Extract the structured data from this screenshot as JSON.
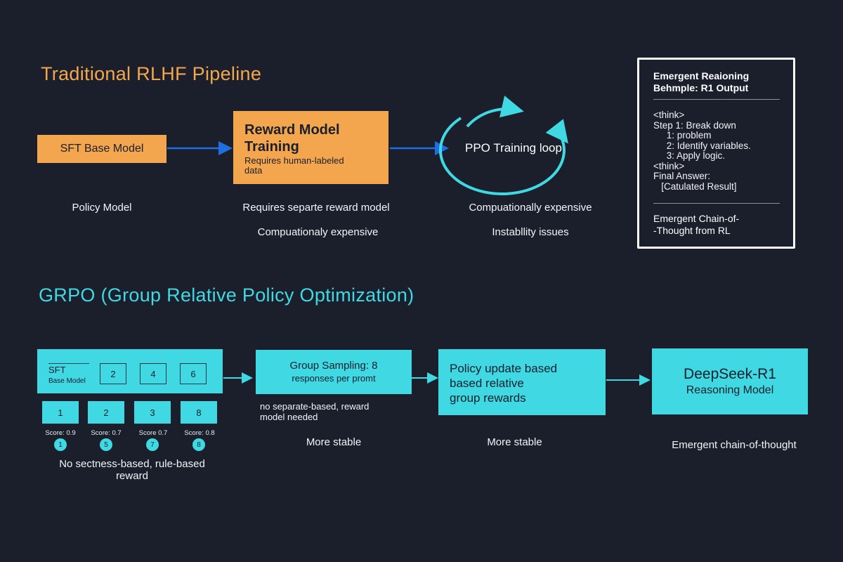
{
  "rlhf": {
    "title": "Traditional RLHF Pipeline",
    "sft_box": "SFT Base Model",
    "reward_box_title_1": "Reward Model",
    "reward_box_title_2": "Training",
    "reward_box_note_1": "Requires human-labeled",
    "reward_box_note_2": "data",
    "ppo_label": "PPO Training loop",
    "captions": {
      "policy_model": "Policy Model",
      "separate_reward": "Requires separte reward model",
      "comp_expensive_1": "Compuationaly expensive",
      "comp_expensive_2": "Compuationally expensive",
      "instability": "Instabllity issues"
    }
  },
  "panel": {
    "heading_1": "Emergent Reaioning",
    "heading_2": "Behmple: R1 Output",
    "lines": [
      "<think>",
      "Step 1: Break down",
      "     1: problem",
      "     2: Identify variables.",
      "     3: Apply logic.",
      "<think>",
      "Final Answer:",
      "   [Catulated Result]"
    ],
    "footer_1": "Emergent Chain-of-",
    "footer_2": "-Thought from RL"
  },
  "grpo": {
    "title": "GRPO (Group Relative Policy Optimization)",
    "sft_label": "SFT",
    "sft_sub": "Base Model",
    "top_squares": [
      "2",
      "4",
      "6"
    ],
    "samples": [
      {
        "num": "1",
        "score": "Score: 0.9",
        "circle": "1"
      },
      {
        "num": "2",
        "score": "Score: 0.7",
        "circle": "5"
      },
      {
        "num": "3",
        "score": "Score  0.7",
        "circle": "7"
      },
      {
        "num": "8",
        "score": "Score: 0.8",
        "circle": "8"
      }
    ],
    "rule_reward_1": "No sectness-based, rule-based",
    "rule_reward_2": "reward",
    "group_box_1": "Group Sampling: 8",
    "group_box_2": "responses per promt",
    "no_separate_1": "no separate-based, reward",
    "no_separate_2": "model needed",
    "more_stable_1": "More stable",
    "policy_box_1": "Policy update based",
    "policy_box_2": "based relative",
    "policy_box_3": "group rewards",
    "more_stable_2": "More stable",
    "deepseek_1": "DeepSeek-R1",
    "deepseek_2": "Reasoning Model",
    "emergent": "Emergent chain-of-thought"
  },
  "colors": {
    "background": "#1b1f2c",
    "orange": "#f3a64d",
    "teal": "#3fd8e3",
    "arrow_blue": "#1f6fe0"
  }
}
